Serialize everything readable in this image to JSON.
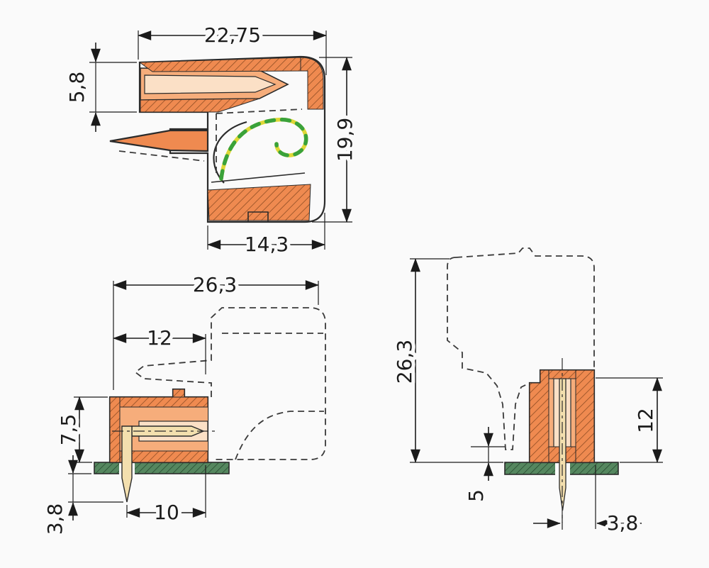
{
  "colors": {
    "background": "#fafafa",
    "body_orange": "#ef8a50",
    "body_orange_light": "#f6ad7b",
    "slot_cream": "#fbe0c6",
    "pin_brass": "#f3dfae",
    "pcb_green": "#55875f",
    "wire_yellow": "#ded837",
    "wire_green": "#3aa23a",
    "line": "#1b1b1b"
  },
  "views": {
    "side": {
      "dims": {
        "width_top": "22,75",
        "snout_height": "5,8",
        "total_height": "19,9",
        "bottom_width": "14,3"
      }
    },
    "bottom": {
      "dims": {
        "total_depth": "26,3",
        "front_width": "12",
        "body_height": "7,5",
        "pin_length": "3,8",
        "pin_to_edge": "10"
      }
    },
    "front": {
      "dims": {
        "total_depth": "26,3",
        "body_height": "12",
        "standoff": "5",
        "pin_offset": "3,8"
      }
    }
  }
}
